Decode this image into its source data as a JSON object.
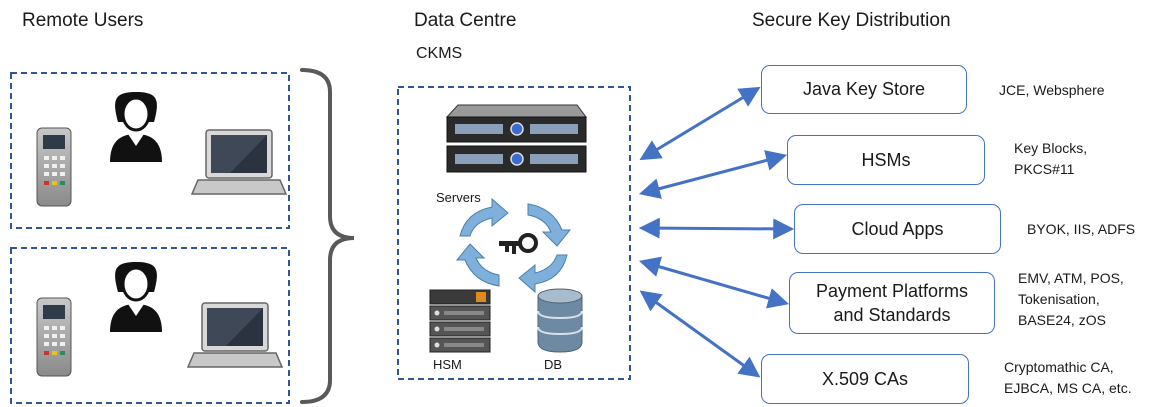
{
  "headers": {
    "remote_users": "Remote Users",
    "data_centre": "Data Centre",
    "ckms": "CKMS",
    "secure_key_distribution": "Secure Key Distribution"
  },
  "data_centre_labels": {
    "servers": "Servers",
    "hsm": "HSM",
    "db": "DB"
  },
  "destinations": [
    {
      "label": "Java Key Store",
      "note": "JCE, Websphere"
    },
    {
      "label": "HSMs",
      "note": "Key Blocks,\nPKCS#11"
    },
    {
      "label": "Cloud Apps",
      "note": "BYOK, IIS, ADFS"
    },
    {
      "label": "Payment Platforms\nand Standards",
      "note": "EMV, ATM, POS,\nTokenisation,\nBASE24, zOS"
    },
    {
      "label": "X.509 CAs",
      "note": "Cryptomathic CA,\nEJBCA, MS CA, etc."
    }
  ],
  "colors": {
    "accent": "#4472c4",
    "dashed_border": "#2e5597",
    "brace": "#595959"
  }
}
